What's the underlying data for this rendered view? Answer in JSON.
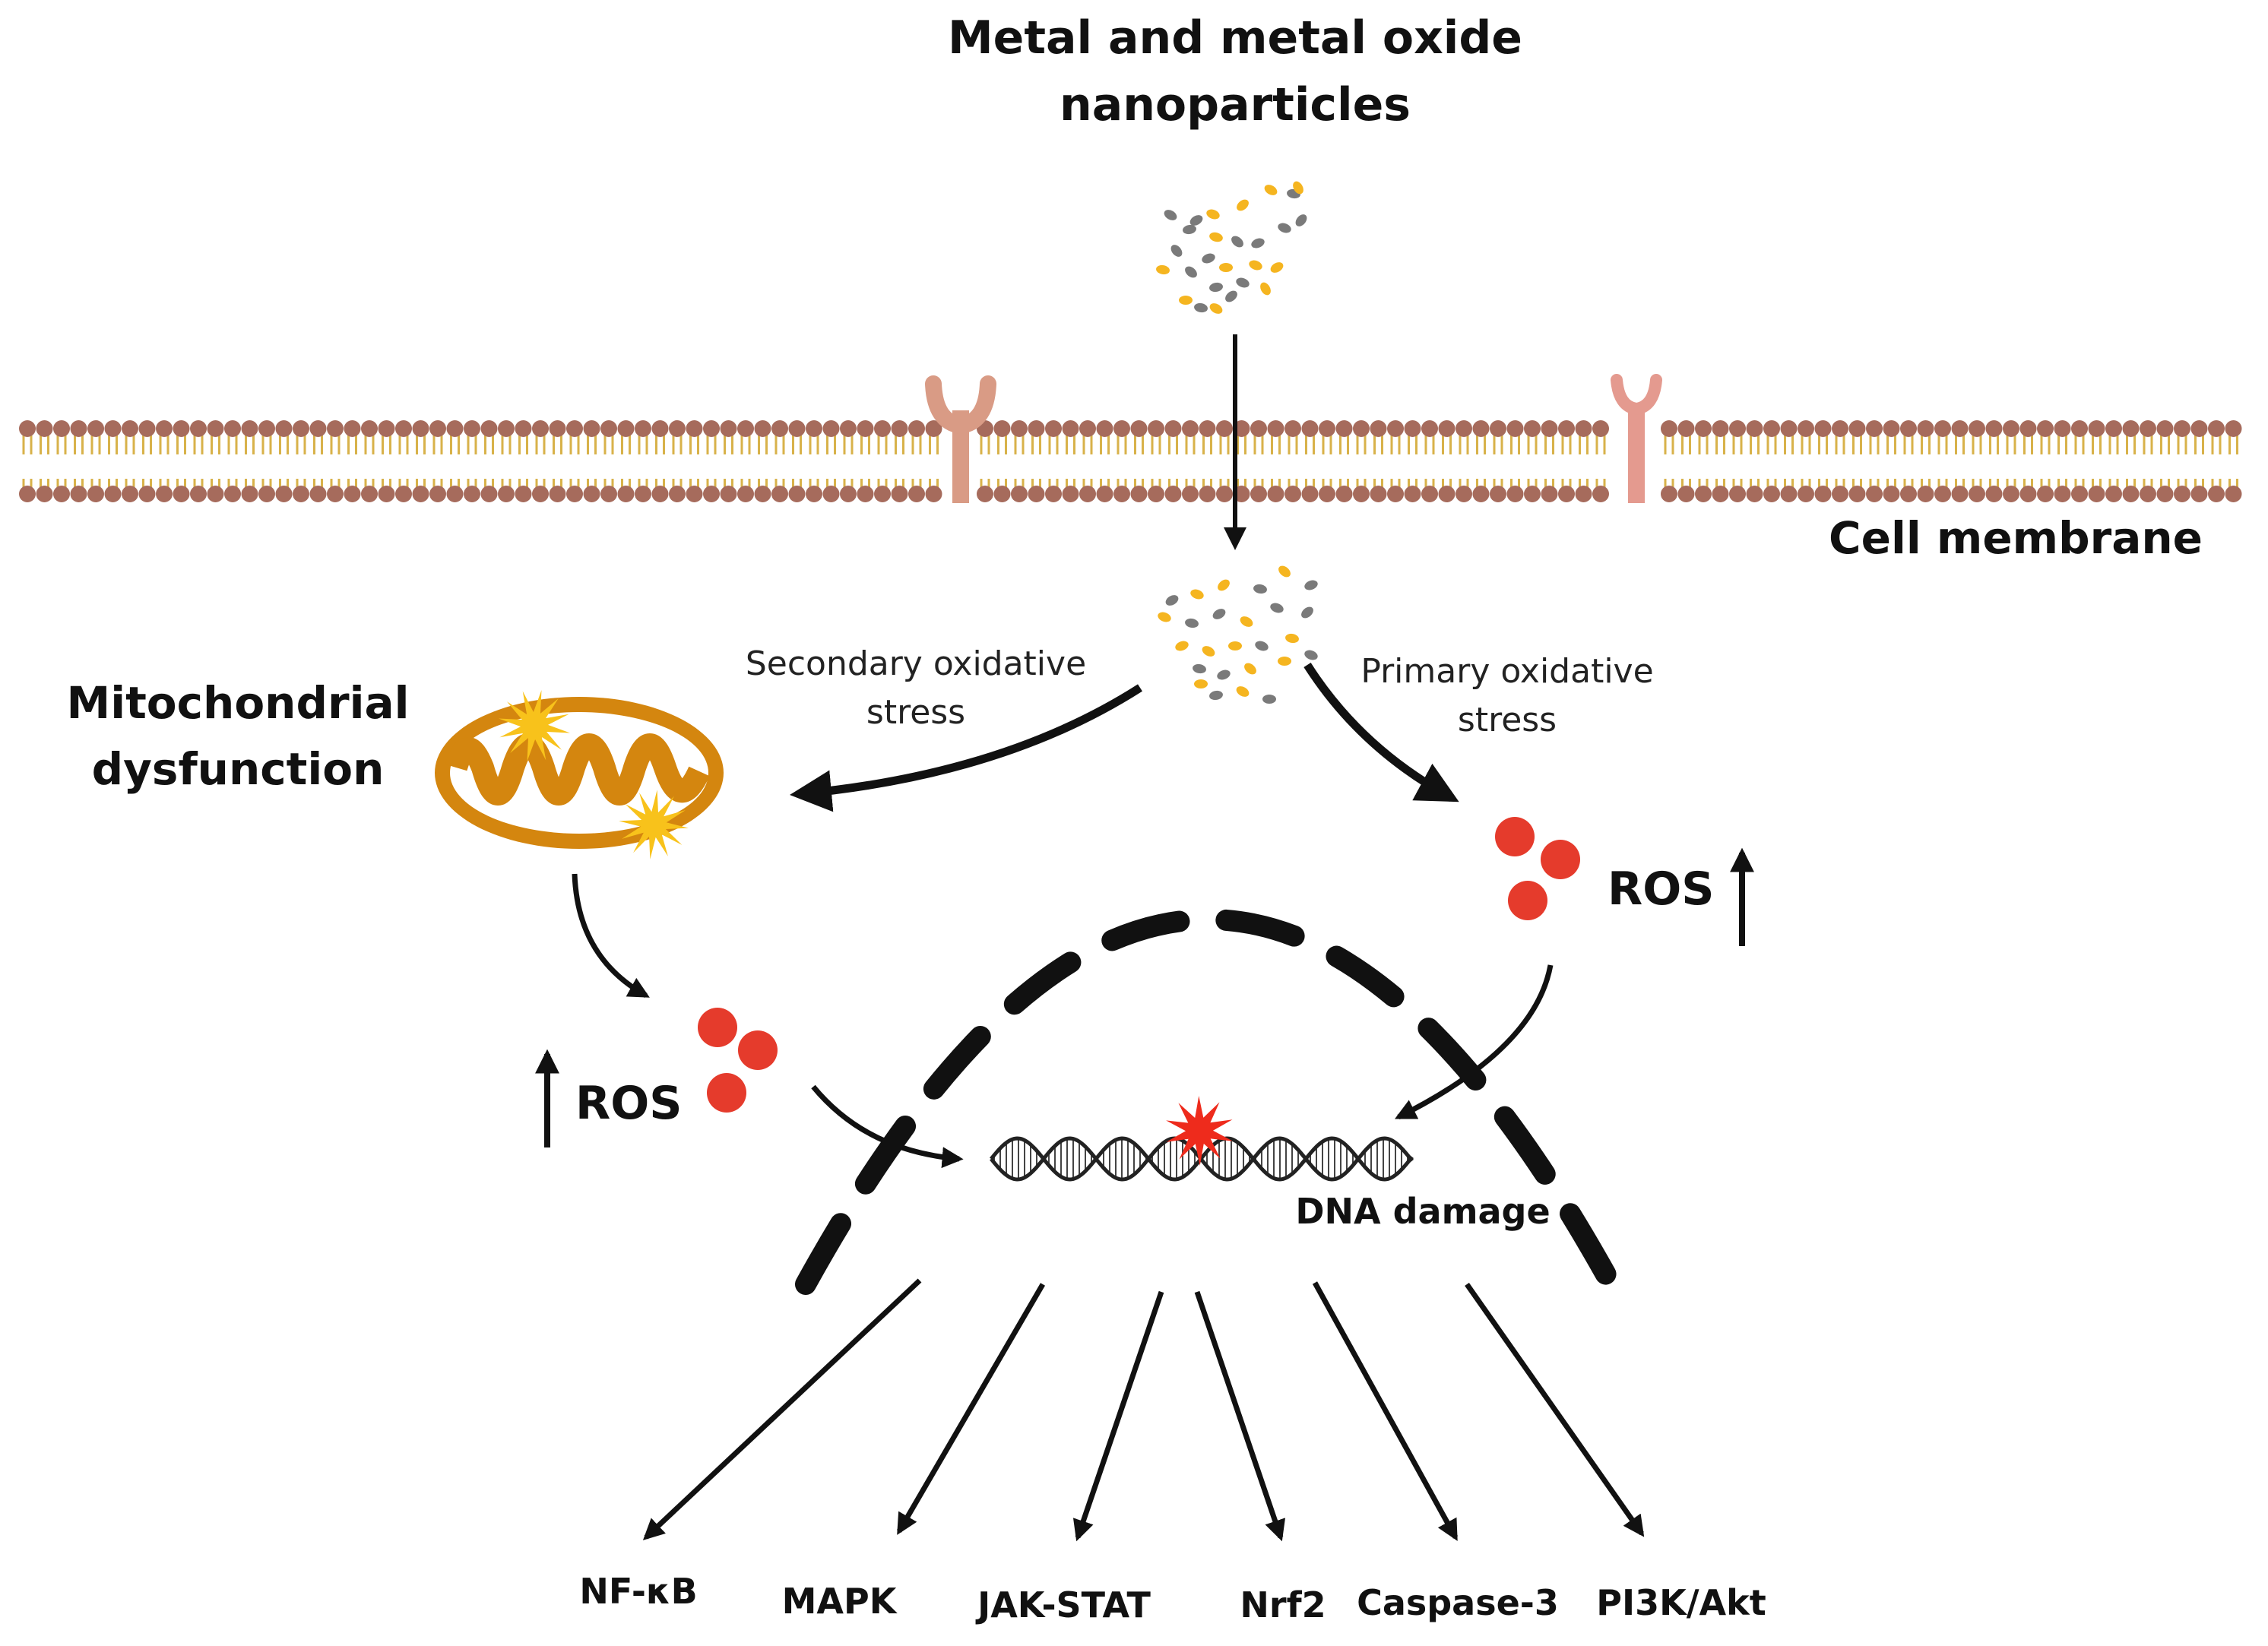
{
  "title_line1": "Metal and metal oxide",
  "title_line2": "nanoparticles",
  "membrane_label": "Cell membrane",
  "secondary_line1": "Secondary oxidative",
  "secondary_line2": "stress",
  "primary_line1": "Primary oxidative",
  "primary_line2": "stress",
  "mito_line1": "Mitochondrial",
  "mito_line2": "dysfunction",
  "ros_label": "ROS",
  "dna_label": "DNA damage",
  "pathways": [
    "NF-κB",
    "MAPK",
    "JAK-STAT",
    "Nrf2",
    "Caspase-3",
    "PI3K/Akt"
  ],
  "colors": {
    "lipid_head": "#a66b5c",
    "lipid_tail": "#d8b24a",
    "receptor": "#d99b85",
    "mitochondrion": "#d4860f",
    "ros": "#e53b2c",
    "particle_gold": "#f5b520",
    "particle_gray": "#7a7a7a",
    "star_yellow": "#f8c21b",
    "star_red": "#ee2b1c"
  }
}
